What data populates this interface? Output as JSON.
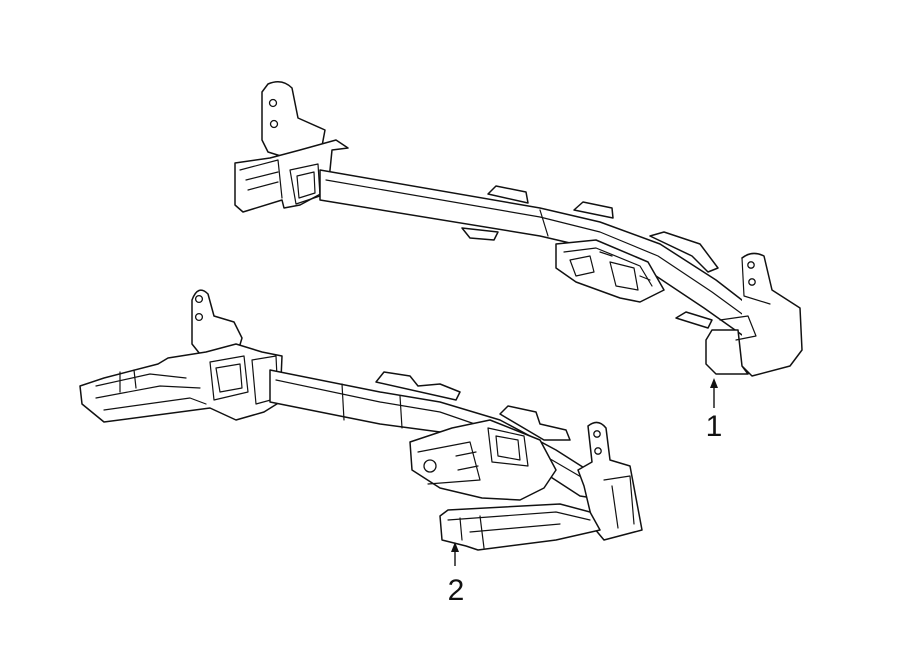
{
  "callouts": [
    {
      "number": "1",
      "part": "upper-hitch-assembly"
    },
    {
      "number": "2",
      "part": "lower-hitch-assembly"
    }
  ]
}
